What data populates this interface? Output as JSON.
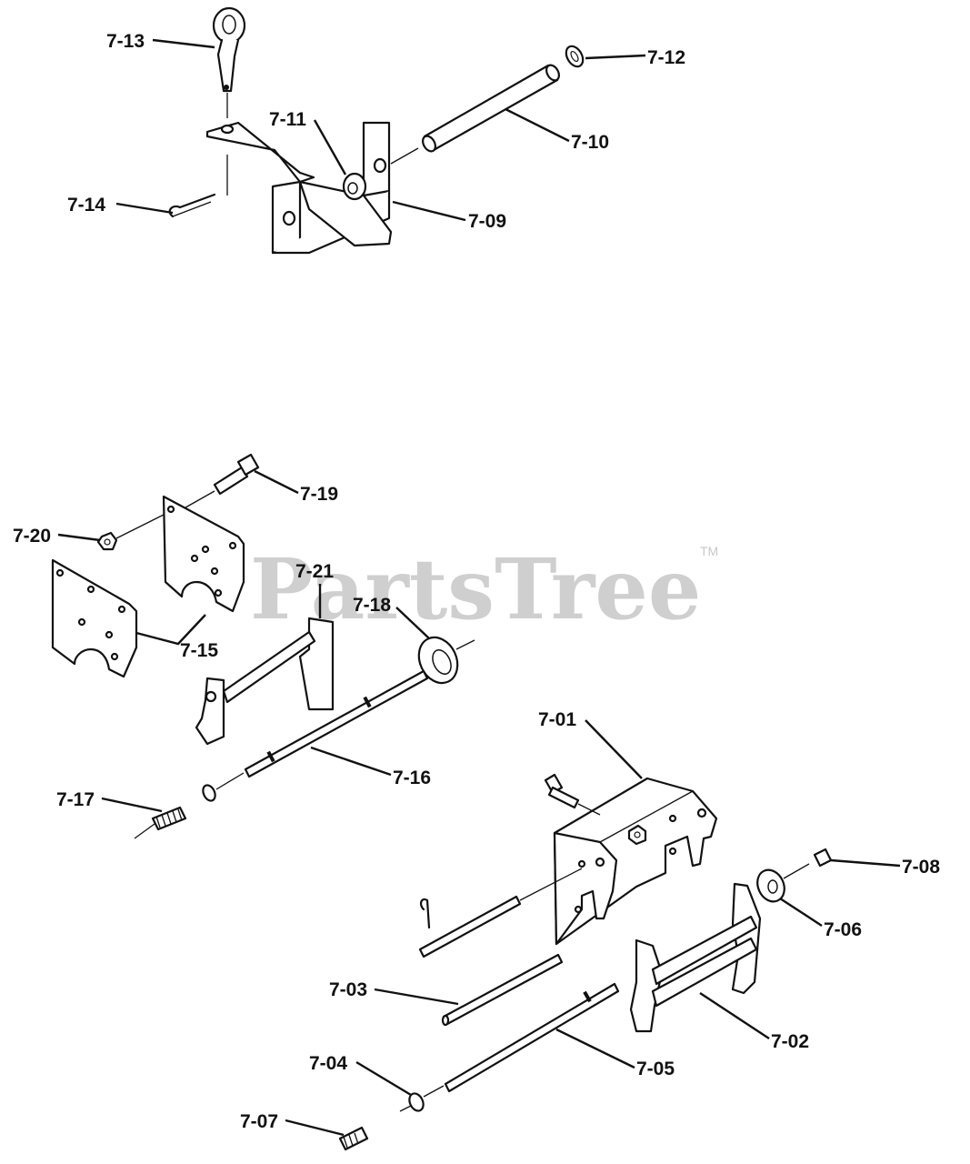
{
  "watermark": {
    "text": "PartsTree",
    "tm": "TM"
  },
  "callouts": {
    "c701": "7-01",
    "c702": "7-02",
    "c703": "7-03",
    "c704": "7-04",
    "c705": "7-05",
    "c706": "7-06",
    "c707": "7-07",
    "c708": "7-08",
    "c709": "7-09",
    "c710": "7-10",
    "c711": "7-11",
    "c712": "7-12",
    "c713": "7-13",
    "c714": "7-14",
    "c715": "7-15",
    "c716": "7-16",
    "c717": "7-17",
    "c718": "7-18",
    "c719": "7-19",
    "c720": "7-20",
    "c721": "7-21"
  }
}
